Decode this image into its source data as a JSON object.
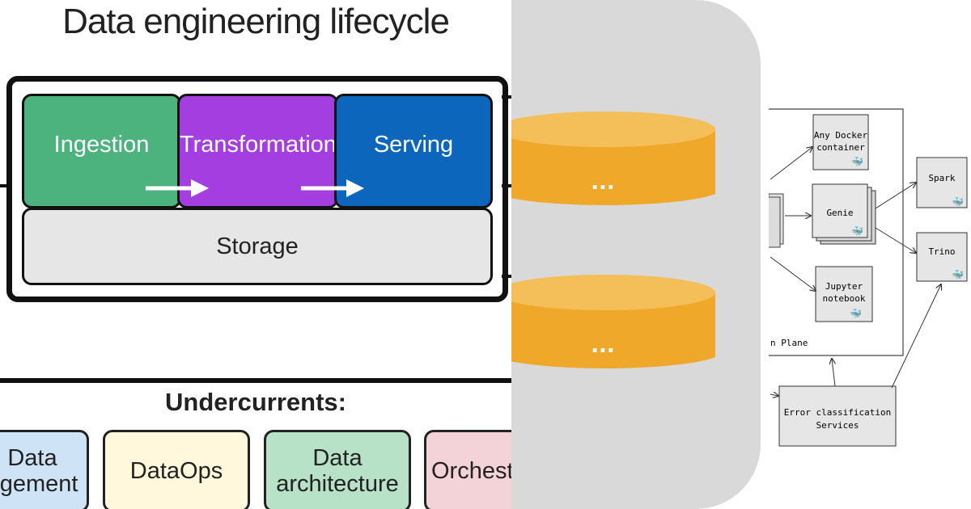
{
  "left": {
    "title": "Data engineering lifecycle",
    "stages": {
      "ingestion": "Ingestion",
      "transformation": "Transformation",
      "serving": "Serving"
    },
    "storage": "Storage",
    "undercurrents_title": "Undercurrents:",
    "undercurrents": {
      "data_management": "Data\nagement",
      "dataops": "DataOps",
      "data_architecture": "Data\narchitecture",
      "orchestration": "Orchestr"
    },
    "colors": {
      "ingestion": "#4db37e",
      "transformation": "#a43ee0",
      "serving": "#0b66bc",
      "storage": "#e6e6e6"
    }
  },
  "middle": {
    "db_top_label": "...",
    "db_bottom_label": "...",
    "db_color": "#f0a82a"
  },
  "right": {
    "docker": "Any Docker\ncontainer",
    "genie": "Genie",
    "jupyter": "Jupyter\nnotebook",
    "spark": "Spark",
    "trino": "Trino",
    "plane": "n Plane",
    "error": "Error classification\nServices",
    "icon": "docker-whale-icon"
  }
}
